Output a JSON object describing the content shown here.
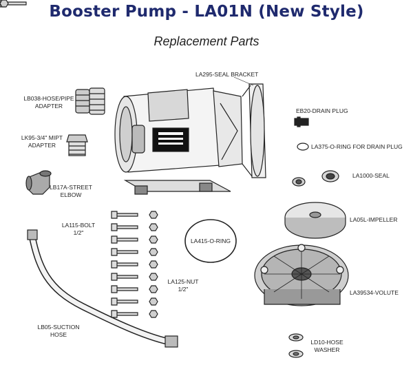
{
  "header": {
    "title": "Booster Pump - LA01N (New Style)",
    "subtitle": "Replacement Parts"
  },
  "parts": {
    "seal_bracket": "LA295-SEAL BRACKET",
    "hose_adapter": {
      "line1": "LB038-HOSE/PIPE",
      "line2": "ADAPTER"
    },
    "mipt_adapter": {
      "line1": "LK95-3/4\" MIPT",
      "line2": "ADAPTER"
    },
    "street_elbow": {
      "line1": "LB17A-STREET",
      "line2": "ELBOW"
    },
    "drain_plug": "EB20-DRAIN PLUG",
    "drain_oring": "LA375-O-RING FOR DRAIN PLUG",
    "seal": "LA1000-SEAL",
    "bolt": {
      "line1": "LA115-BOLT",
      "line2": "1/2\""
    },
    "nut": {
      "line1": "LA125-NUT",
      "line2": "1/2\""
    },
    "oring": "LA415-O-RING",
    "impeller": "LA05L-IMPELLER",
    "volute": "LA39534-VOLUTE",
    "suction_hose": {
      "line1": "LB05-SUCTION",
      "line2": "HOSE"
    },
    "hose_washer": {
      "line1": "LD10-HOSE",
      "line2": "WASHER"
    }
  }
}
